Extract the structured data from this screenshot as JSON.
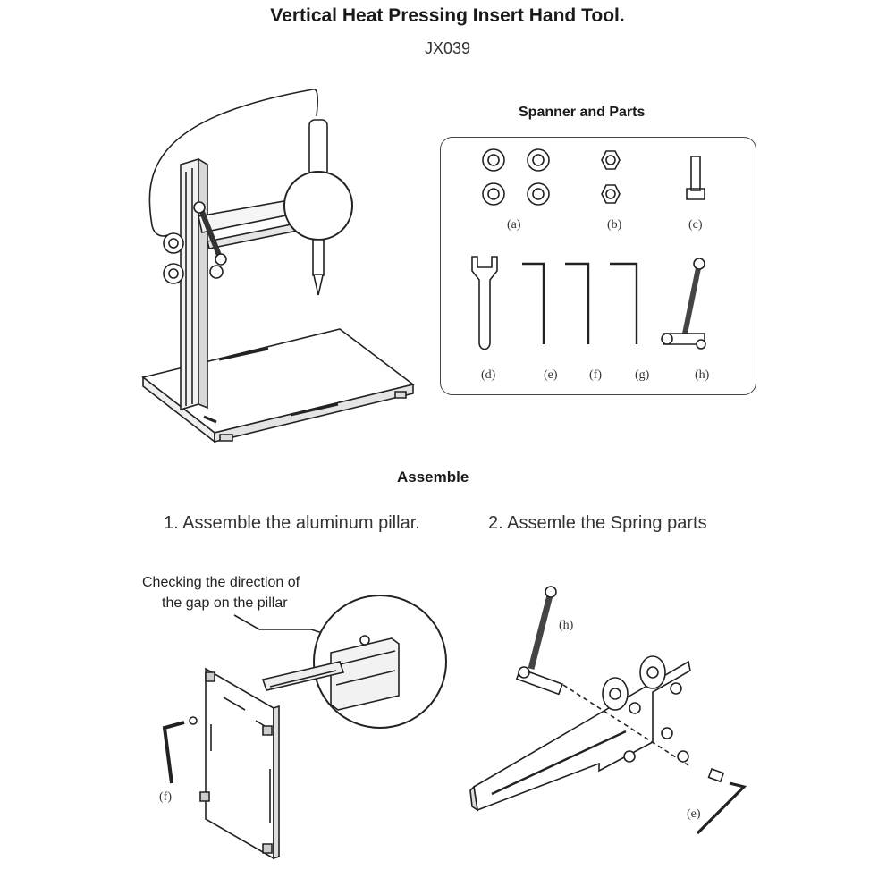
{
  "title": "Vertical Heat Pressing Insert Hand Tool.",
  "model": "JX039",
  "parts": {
    "heading": "Spanner and Parts",
    "labels": [
      "(a)",
      "(b)",
      "(c)",
      "(d)",
      "(e)",
      "(f)",
      "(g)",
      "(h)"
    ]
  },
  "assemble": {
    "heading": "Assemble",
    "step1": "1. Assemble the aluminum pillar.",
    "step2": "2. Assemle the Spring parts",
    "callout_line1": "Checking the direction of",
    "callout_line2": "the gap on the pillar",
    "label_f": "(f)",
    "label_h": "(h)",
    "label_e": "(e)"
  }
}
